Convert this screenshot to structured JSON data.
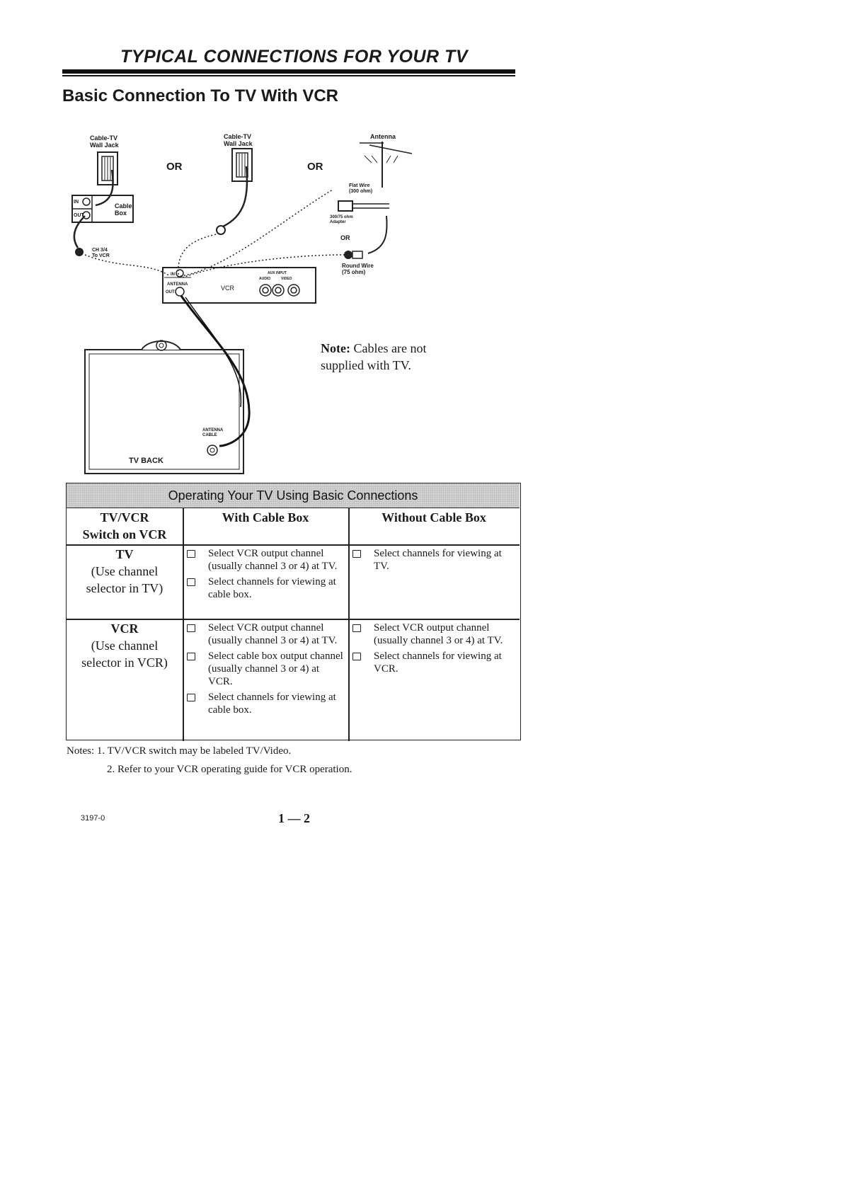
{
  "page_title": "TYPICAL CONNECTIONS FOR YOUR TV",
  "section_title": "Basic Connection To TV With VCR",
  "diagram": {
    "wall_jack_1": "Cable-TV\nWall Jack",
    "wall_jack_2": "Cable-TV\nWall Jack",
    "antenna": "Antenna",
    "or_1": "OR",
    "or_2": "OR",
    "or_3": "OR",
    "cable_box": "Cable\nBox",
    "in": "IN",
    "out": "OUT",
    "ch34": "CH 3/4\nTo VCR",
    "flat_wire": "Flat Wire\n(300 ohm)",
    "adapter": "300/75 ohm\nAdapter",
    "round_wire": "Round Wire\n(75 ohm)",
    "vcr": "VCR",
    "antenna_small": "ANTENNA",
    "aux_input": "AUX INPUT",
    "audio": "AUDIO",
    "video": "VIDEO",
    "antenna_cable": "ANTENNA\nCABLE",
    "tv_back": "TV BACK"
  },
  "note": {
    "label": "Note:",
    "text": " Cables are not supplied with TV."
  },
  "table": {
    "header": "Operating Your TV Using Basic Connections",
    "col1_line1": "TV/VCR",
    "col1_line2": "Switch on VCR",
    "col2": "With Cable Box",
    "col3": "Without Cable Box",
    "rows": [
      {
        "title": "TV",
        "sub1": "(Use channel",
        "sub2": "selector in TV)",
        "with_cable": [
          "Select VCR output channel (usually channel 3 or 4) at TV.",
          "Select channels for viewing at cable box."
        ],
        "without_cable": [
          "Select channels for viewing at TV."
        ]
      },
      {
        "title": "VCR",
        "sub1": "(Use channel",
        "sub2": "selector in VCR)",
        "with_cable": [
          "Select VCR output channel (usually channel 3 or 4) at TV.",
          "Select cable box output channel (usually channel 3 or 4) at VCR.",
          "Select channels for viewing at cable box."
        ],
        "without_cable": [
          "Select VCR output channel (usually channel 3 or 4) at TV.",
          "Select channels for viewing at VCR."
        ]
      }
    ]
  },
  "notes": {
    "n1": "Notes:  1. TV/VCR switch may be labeled TV/Video.",
    "n2": "2. Refer to your VCR operating guide for VCR operation."
  },
  "footer": {
    "code": "3197-0",
    "page": "1 — 2"
  }
}
